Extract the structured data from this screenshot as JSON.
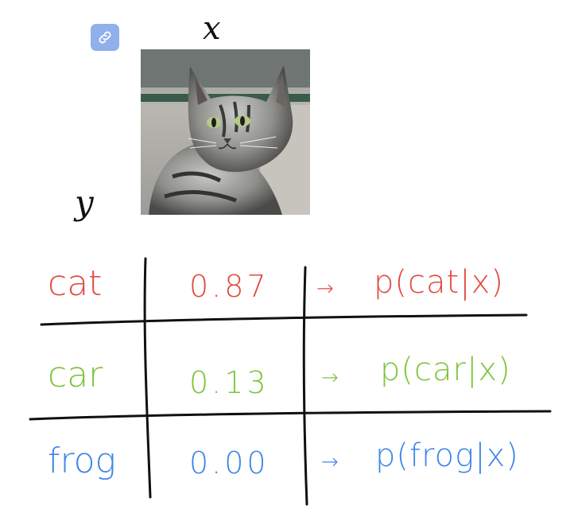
{
  "image_alt": "cat",
  "variables": {
    "x_label": "x",
    "y_label": "y"
  },
  "colors": {
    "cat": "#e04a3f",
    "car": "#7cc43a",
    "frog": "#3d86e6",
    "ink": "#111111",
    "badge": "#8fb0ea"
  },
  "icons": {
    "link_badge": "link-icon"
  },
  "rows": [
    {
      "label": "cat",
      "prob": "0.87",
      "arrow": "→",
      "expr": "p(cat|x)"
    },
    {
      "label": "car",
      "prob": "0.13",
      "arrow": "→",
      "expr": "p(car|x)"
    },
    {
      "label": "frog",
      "prob": "0.00",
      "arrow": "→",
      "expr": "p(frog|x)"
    }
  ]
}
